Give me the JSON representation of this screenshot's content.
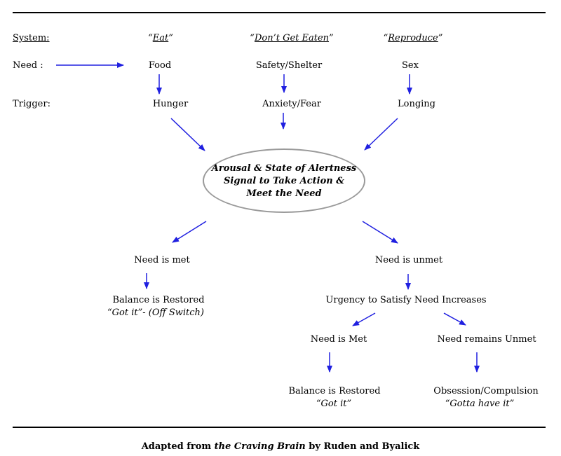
{
  "rows": {
    "system_label": "System:",
    "need_label": "Need :",
    "trigger_label": "Trigger:"
  },
  "systems": [
    {
      "prefix": "“",
      "name": "Eat",
      "suffix": "”",
      "need": "Food",
      "trigger": "Hunger"
    },
    {
      "prefix": "“",
      "name": "Don’t Get Eaten",
      "suffix": "”",
      "need": "Safety/Shelter",
      "trigger": "Anxiety/Fear"
    },
    {
      "prefix": "“",
      "name": "Reproduce",
      "suffix": "”",
      "need": "Sex",
      "trigger": "Longing"
    }
  ],
  "center": {
    "line1": "Arousal & State of Alertness",
    "line2": "Signal to Take Action &",
    "line3": "Meet the Need"
  },
  "left_branch": {
    "status": "Need is met",
    "result": "Balance is Restored",
    "result_sub": "“Got it”- (Off Switch)"
  },
  "right_branch": {
    "status": "Need is unmet",
    "urgency": "Urgency to Satisfy Need Increases",
    "met": {
      "status": "Need is Met",
      "result": "Balance is Restored",
      "result_sub": "“Got it”"
    },
    "unmet": {
      "status": "Need remains Unmet",
      "result": "Obsession/Compulsion",
      "result_sub": "“Gotta have it”"
    }
  },
  "footer": {
    "prefix": "Adapted from ",
    "title": "the Craving Brain",
    "suffix": " by Ruden and Byalick"
  },
  "colors": {
    "arrow": "#2020e0",
    "ellipse_border": "#9a9a9a",
    "rule": "#000000"
  }
}
